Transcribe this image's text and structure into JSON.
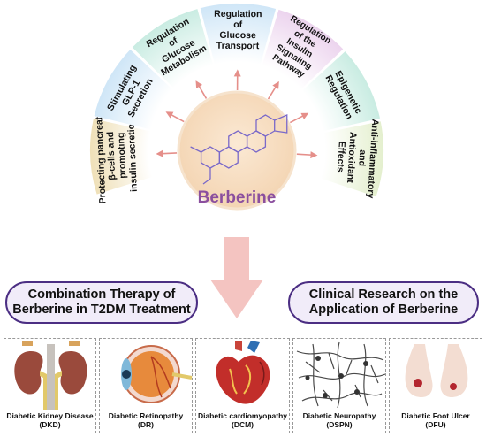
{
  "center": {
    "label": "Berberine"
  },
  "sectors": [
    {
      "lines": [
        "Protecting pancreatic",
        "β-cells and",
        "promoting",
        "insulin secretion"
      ],
      "color": "#efe0b8"
    },
    {
      "lines": [
        "Stimulating",
        "GLP-1",
        "Secretion"
      ],
      "color": "#cfe6f7"
    },
    {
      "lines": [
        "Regulation",
        "of",
        "Glucose",
        "Metabolism"
      ],
      "color": "#c9ece2"
    },
    {
      "lines": [
        "Regulation",
        "of",
        "Glucose",
        "Transport"
      ],
      "color": "#cfe6f7"
    },
    {
      "lines": [
        "Regulation",
        "of the",
        "Insulin",
        "Signaling",
        "Pathway"
      ],
      "color": "#ecd4ee"
    },
    {
      "lines": [
        "Epigenetic",
        "Regulation"
      ],
      "color": "#c9ece2"
    },
    {
      "lines": [
        "Anti-inflammatory",
        "and",
        "Antioxidant",
        "Effects"
      ],
      "color": "#e4efce"
    }
  ],
  "left_box": {
    "lines": [
      "Combination Therapy of",
      "Berberine in T2DM Treatment"
    ]
  },
  "right_box": {
    "lines": [
      "Clinical Research on the",
      "Application of Berberine"
    ]
  },
  "complications": [
    {
      "lines": [
        "Diabetic Kidney Disease",
        "(DKD)"
      ],
      "icon": "kidney-icon",
      "bg": "#7d8a78"
    },
    {
      "lines": [
        "Diabetic Retinopathy",
        "(DR)"
      ],
      "icon": "eye-icon",
      "bg": "#f7e2ea"
    },
    {
      "lines": [
        "Diabetic cardiomyopathy",
        "(DCM)"
      ],
      "icon": "heart-icon",
      "bg": "#d6f0ec"
    },
    {
      "lines": [
        "Diabetic Neuropathy",
        "(DSPN)"
      ],
      "icon": "neuron-icon",
      "bg": "#fbf0d2"
    },
    {
      "lines": [
        "Diabetic Foot Ulcer",
        "(DFU)"
      ],
      "icon": "foot-icon",
      "bg": "#8e86c4"
    }
  ]
}
